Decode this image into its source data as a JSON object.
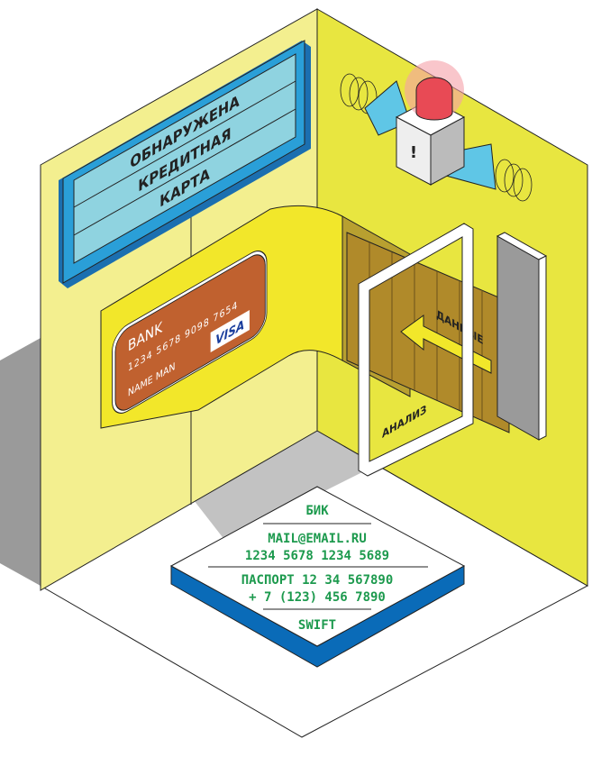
{
  "sign": {
    "lines": [
      "ОБНАРУЖЕНА",
      "КРЕДИТНАЯ",
      "КАРТА"
    ]
  },
  "card": {
    "bank": "BANK",
    "number": "1234 5678 9098 7654",
    "holder": "NAME MAN",
    "brand": "VISA"
  },
  "door_panel": {
    "label": "ДАННЫЕ"
  },
  "door_frame": {
    "label": "АНАЛИЗ"
  },
  "alarm": {
    "symbol": "!"
  },
  "platform": {
    "lines": [
      "БИК",
      "MAIL@EMAIL.RU",
      "1234 5678 1234 5689",
      "ПАСПОРТ 12 34 567890",
      "+ 7 (123) 456 7890",
      "SWIFT"
    ]
  },
  "colors": {
    "left_wall": "#f3ef8f",
    "right_wall": "#e8e640",
    "sign_frame": "#2a9fd8",
    "sign_face": "#8fd3e0",
    "card": "#c0612f",
    "panel": "#b08a2a",
    "platform_side": "#0a6bb8",
    "platform_text": "#1d9a4e",
    "alarm_light": "#e84a55"
  }
}
